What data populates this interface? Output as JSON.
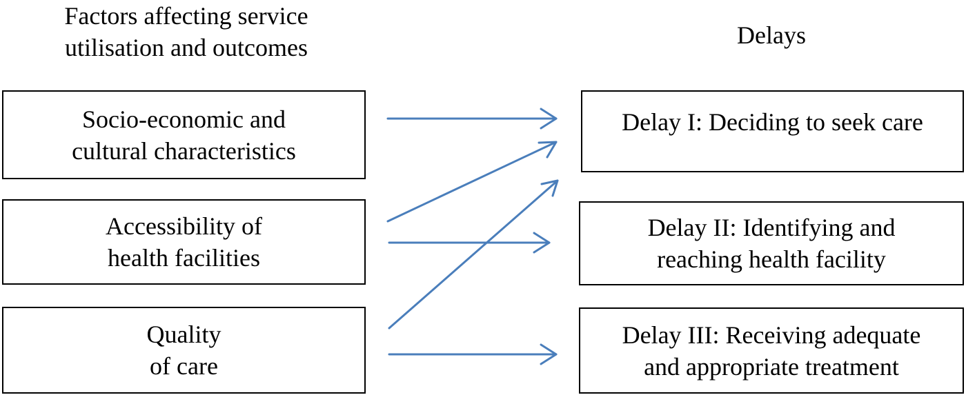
{
  "headings": {
    "factors": [
      "Factors affecting service",
      "utilisation and outcomes"
    ],
    "delays": "Delays"
  },
  "factors": [
    {
      "lines": [
        "Socio-economic and",
        "cultural characteristics"
      ]
    },
    {
      "lines": [
        "Accessibility of",
        "health facilities"
      ]
    },
    {
      "lines": [
        "Quality",
        "of care"
      ]
    }
  ],
  "delays": [
    {
      "lines": [
        "Delay I: Deciding to seek care"
      ]
    },
    {
      "lines": [
        "Delay II: Identifying and",
        "reaching health facility"
      ]
    },
    {
      "lines": [
        "Delay III: Receiving adequate",
        "and appropriate treatment"
      ]
    }
  ],
  "connections": [
    {
      "from": "Socio-economic and cultural characteristics",
      "to": "Delay I: Deciding to seek care"
    },
    {
      "from": "Accessibility of health facilities",
      "to": "Delay I: Deciding to seek care"
    },
    {
      "from": "Accessibility of health facilities",
      "to": "Delay II: Identifying and reaching health facility"
    },
    {
      "from": "Quality of care",
      "to": "Delay I: Deciding to seek care"
    },
    {
      "from": "Quality of care",
      "to": "Delay III: Receiving adequate and appropriate treatment"
    }
  ],
  "colors": {
    "arrow": "#4a7ebb",
    "box_border": "#000000",
    "text": "#000000"
  }
}
